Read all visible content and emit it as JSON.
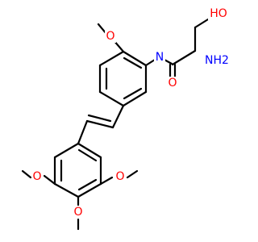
{
  "molecule": {
    "atoms": [
      {
        "id": "o_methoxy_top",
        "symbol": "O",
        "color": "#ff0000"
      },
      {
        "id": "n_amide",
        "symbol": "N",
        "color": "#0000ff"
      },
      {
        "id": "o_hydroxyl",
        "symbol": "HO",
        "color": "#ff0000"
      },
      {
        "id": "n_amine",
        "symbol": "NH2",
        "color": "#0000ff"
      },
      {
        "id": "o_carbonyl",
        "symbol": "O",
        "color": "#ff0000"
      },
      {
        "id": "o_methoxy_left",
        "symbol": "O",
        "color": "#ff0000"
      },
      {
        "id": "o_methoxy_right",
        "symbol": "O",
        "color": "#ff0000"
      },
      {
        "id": "o_methoxy_bottom",
        "symbol": "O",
        "color": "#ff0000"
      }
    ],
    "bond_color": "#000000",
    "background": "#ffffff"
  }
}
